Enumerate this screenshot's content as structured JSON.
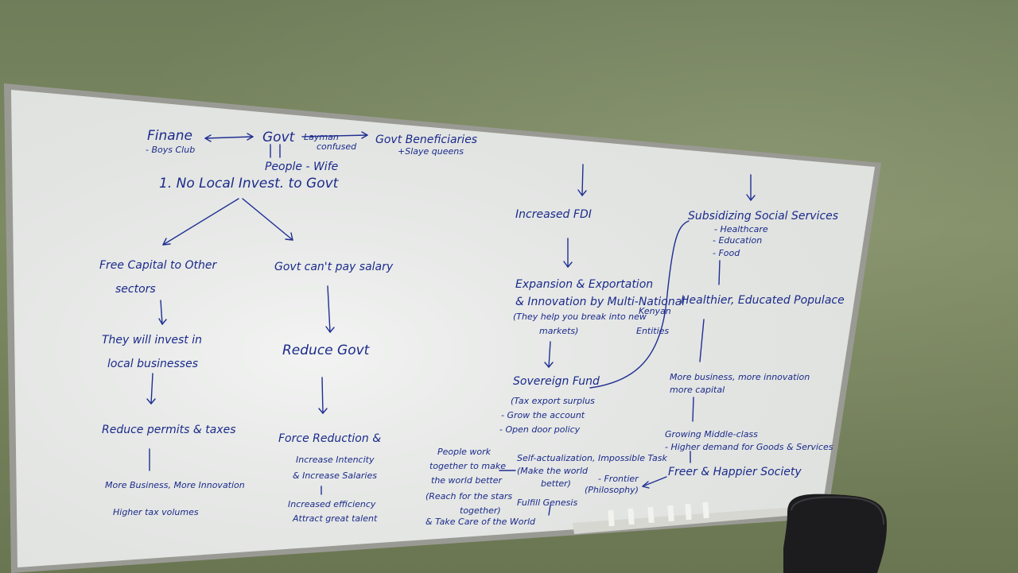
{
  "whiteboard": {
    "top_left": {
      "finance": "Finane",
      "finance_sub": "- Boys Club",
      "govt": "Govt",
      "layman": "Layman",
      "confused": "confused",
      "beneficiaries": "Govt Beneficiaries",
      "slay_queens": "+Slaye queens",
      "people_wife": "People - Wife",
      "point1": "1. No Local Invest. to Govt"
    },
    "left_branch": [
      "Free Capital to Other",
      "sectors",
      "They will invest in",
      "local businesses",
      "Reduce permits & taxes",
      "More Business, More Innovation",
      "Higher tax volumes"
    ],
    "middle_branch": [
      "Govt can't pay salary",
      "Reduce Govt",
      "Force Reduction &",
      "Increase Intencity",
      "& Increase Salaries",
      "Increased efficiency",
      "Attract great talent"
    ],
    "fdi_branch": [
      "Increased FDI",
      "Expansion & Exportation",
      "& Innovation by Multi-National",
      "(They help you break into new",
      "markets)",
      "Kenyan",
      "Entities",
      "Sovereign Fund",
      "(Tax export surplus",
      "- Grow the account",
      "- Open door policy"
    ],
    "social_branch": [
      "Subsidizing Social Services",
      "- Healthcare",
      "- Education",
      "- Food",
      "Healthier, Educated Populace",
      "More business, more innovation",
      "more capital",
      "Growing Middle-class",
      "- Higher demand for Goods & Services",
      "Freer & Happier Society"
    ],
    "bottom_center": [
      "People work",
      "together to make",
      "the world better",
      "(Reach for the stars",
      "together)",
      "& Take Care of the World",
      "Self-actualization, Impossible Task",
      "(Make the world",
      "better)",
      "- Frontier",
      "(Philosophy)",
      "Fulfill Genesis"
    ]
  }
}
